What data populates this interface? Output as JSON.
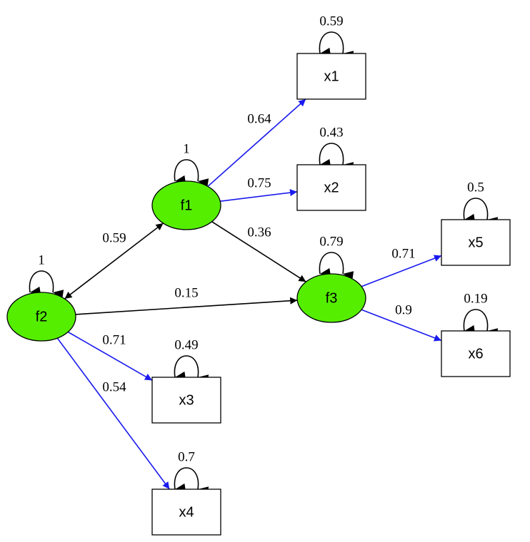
{
  "colors": {
    "latent_fill": "#55ee00",
    "measurement_edge": "#1a1aee",
    "structural_edge": "#000000"
  },
  "nodes": [
    {
      "id": "f1",
      "label": "f1",
      "kind": "latent"
    },
    {
      "id": "f2",
      "label": "f2",
      "kind": "latent"
    },
    {
      "id": "f3",
      "label": "f3",
      "kind": "latent"
    },
    {
      "id": "x1",
      "label": "x1",
      "kind": "observed"
    },
    {
      "id": "x2",
      "label": "x2",
      "kind": "observed"
    },
    {
      "id": "x3",
      "label": "x3",
      "kind": "observed"
    },
    {
      "id": "x4",
      "label": "x4",
      "kind": "observed"
    },
    {
      "id": "x5",
      "label": "x5",
      "kind": "observed"
    },
    {
      "id": "x6",
      "label": "x6",
      "kind": "observed"
    }
  ],
  "variances": [
    {
      "node": "f1",
      "label": "1"
    },
    {
      "node": "f2",
      "label": "1"
    },
    {
      "node": "f3",
      "label": "0.79"
    },
    {
      "node": "x1",
      "label": "0.59"
    },
    {
      "node": "x2",
      "label": "0.43"
    },
    {
      "node": "x3",
      "label": "0.49"
    },
    {
      "node": "x4",
      "label": "0.7"
    },
    {
      "node": "x5",
      "label": "0.5"
    },
    {
      "node": "x6",
      "label": "0.19"
    }
  ],
  "paths": [
    {
      "from": "f1",
      "to": "x1",
      "label": "0.64",
      "type": "measurement"
    },
    {
      "from": "f1",
      "to": "x2",
      "label": "0.75",
      "type": "measurement"
    },
    {
      "from": "f1",
      "to": "f3",
      "label": "0.36",
      "type": "structural"
    },
    {
      "from": "f2",
      "to": "f1",
      "label": "0.59",
      "type": "covariance"
    },
    {
      "from": "f2",
      "to": "f3",
      "label": "0.15",
      "type": "structural"
    },
    {
      "from": "f2",
      "to": "x3",
      "label": "0.71",
      "type": "measurement"
    },
    {
      "from": "f2",
      "to": "x4",
      "label": "0.54",
      "type": "measurement"
    },
    {
      "from": "f3",
      "to": "x5",
      "label": "0.71",
      "type": "measurement"
    },
    {
      "from": "f3",
      "to": "x6",
      "label": "0.9",
      "type": "measurement"
    }
  ]
}
